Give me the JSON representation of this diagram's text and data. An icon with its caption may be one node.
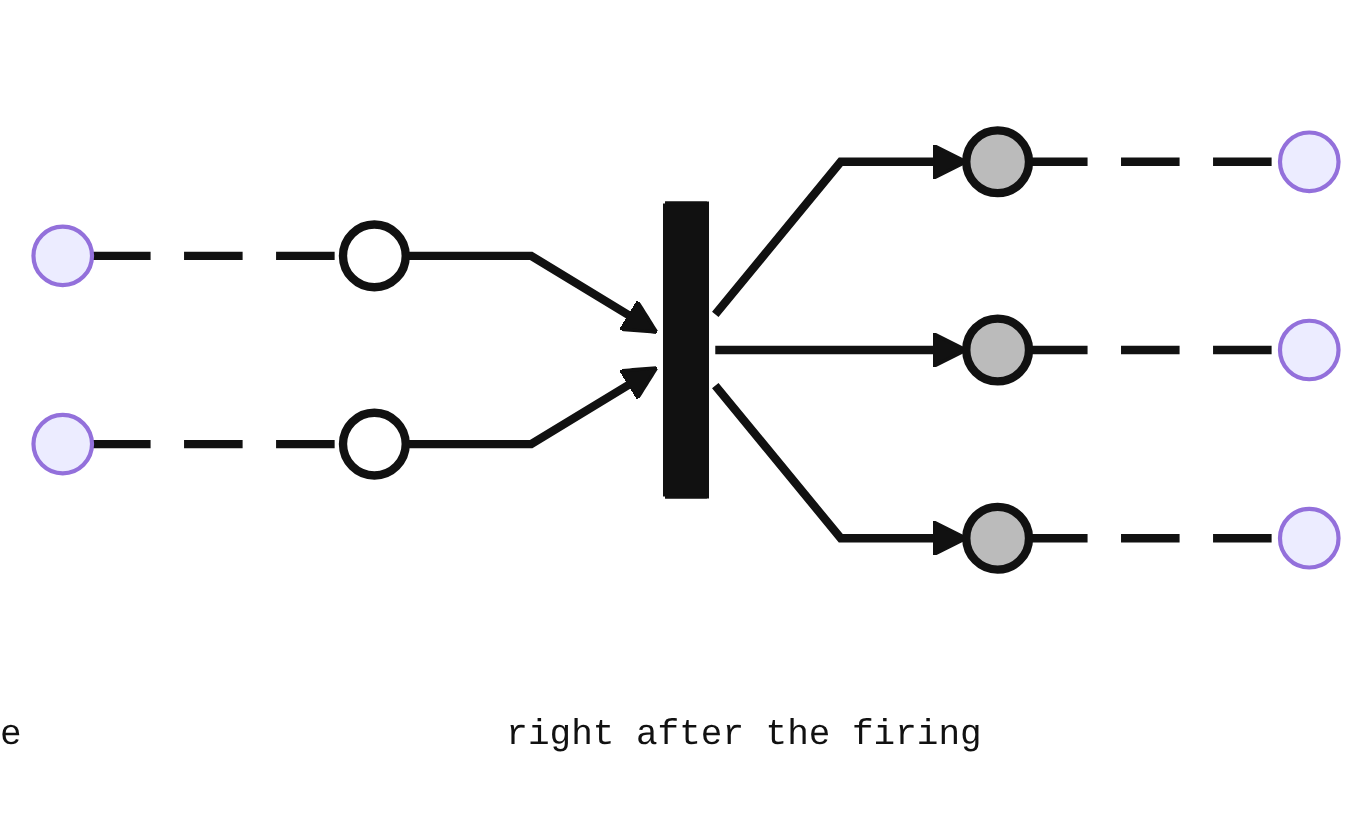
{
  "diagram": {
    "nodes": [
      {
        "text": [],
        "shape": "circle"
      },
      {
        "text": [],
        "shape": "circle"
      },
      {
        "text": [],
        "shape": "bar"
      },
      {
        "text": [],
        "shape": "circle"
      },
      {
        "text": [],
        "shape": "circle"
      },
      {
        "text": [],
        "shape": "circle"
      }
    ],
    "edges": [
      {
        "from": null,
        "to": 0,
        "arrow": "none",
        "style": "dashed"
      },
      {
        "from": null,
        "to": 1,
        "arrow": "none",
        "style": "dashed"
      },
      {
        "from": 0,
        "to": 2,
        "arrow": "to"
      },
      {
        "from": 1,
        "to": 2,
        "arrow": "to"
      },
      {
        "from": 2,
        "to": 3,
        "arrow": "to"
      },
      {
        "from": 2,
        "to": 4,
        "arrow": "to"
      },
      {
        "from": 2,
        "to": 5,
        "arrow": "to"
      },
      {
        "from": 3,
        "to": null,
        "arrow": "none",
        "style": "dashed"
      },
      {
        "from": 4,
        "to": null,
        "arrow": "none",
        "style": "dashed"
      },
      {
        "from": 5,
        "to": null,
        "arrow": "none",
        "style": "dashed"
      }
    ],
    "labels": [
      "e",
      "right after the firing"
    ]
  }
}
